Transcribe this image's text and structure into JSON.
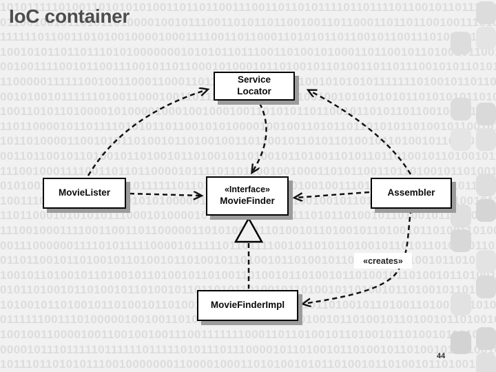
{
  "slide": {
    "title": "IoC container",
    "page_number": "44"
  },
  "diagram": {
    "nodes": {
      "service_locator": {
        "line1": "Service",
        "line2": "Locator"
      },
      "movie_lister": {
        "label": "MovieLister"
      },
      "movie_finder": {
        "stereotype": "«Interface»",
        "name": "MovieFinder"
      },
      "assembler": {
        "label": "Assembler"
      },
      "movie_finder_impl": {
        "label": "MovieFinderImpl"
      },
      "creates": {
        "label": "«creates»"
      }
    },
    "edges": [
      "MovieLister → ServiceLocator (dashed dependency)",
      "MovieLister → MovieFinder (dashed dependency)",
      "ServiceLocator → MovieFinder (dashed dependency)",
      "Assembler → ServiceLocator (dashed dependency)",
      "Assembler → MovieFinder (dashed dependency)",
      "Assembler → MovieFinderImpl (dashed, «creates»)",
      "MovieFinderImpl ▷ MovieFinder (dashed realization, hollow triangle)"
    ]
  },
  "colors": {
    "background": "#f1f1f1",
    "binary_text": "#dcdcdc",
    "title_text": "#4d4d4d",
    "box_fill": "#ffffff",
    "box_border": "#000000",
    "box_shadow": "#9c9c9c",
    "arrow": "#111111"
  },
  "background": {
    "binary_rows": [
      "1010111110100110101010100110110110011100110110101111011011110110010110111010011010011011",
      "0110010010110101101000010010111001101011011001001101100011011011001001110101101101100101",
      "1111110110011010100100001000111100110110001101010110110010110011101001011001010011011101",
      "1001010110110111010100000001010101101110011010010100011011001011010010110010101101001001",
      "0010011110010110011100101101100010100010110100101101001101101110010101101011011001001101",
      "1100000111111001001100011000110110010100101101001010101011111110100101101100101001101001",
      "0010100101111110100110001001101111011001011011001001010101010110101010110101101001100101",
      "1001101011010000101000010001001000100110101011011001011010110110010010110100101011001011",
      "1101100001011011110101011011001010100001001001101011011010101101001011001011010010110101",
      "1011010000110010101101001011010010011011001011010110100101101001011011010010110100101101",
      "0011011001011010010110100101101001011010010110100110101101101001011010010110100101101001",
      "1110010001111001101101100001011110110110010010001101011001101101001011010010110010110101",
      "0101001101011110000101111110110100101100101101001001110101011010010110110101001011010011",
      "1001110111110101000010101000001010101101110110010010110101101001011010010110101101001010",
      "1101100010101010111000101000010110110111011111101011010010110100101101101001011010010111",
      "1110010001111001100110110000011010100101101001011010010110100101101001101001011010010110",
      "0011100000011110101111100001011111011011110010110101101001011010110100101101001011010010",
      "0110110010110100101101001011010010110100101101001011010010110100101101001011010010110100",
      "1001011010010110100101101001011010011010010110100101101001011010010110100101101001011010",
      "0101101001011010010110100101101101011010010110100101101001011010010110100101101001011010",
      "1010010110100101101001011010010110100101101001011010010110100110100101101001011010010110",
      "0111111001110100000100100110101001011010010110100101101001011010010110100101101001011010",
      "1001001100001001100100100111001111111000110110100101101001011010010110100101101001011010",
      "0000101110111110111111011111010111011100001011010010110100101101001011010010110100101101",
      "1011101101010111001000000011000010001101010010101101001011010010110100101101001011010010",
      "0110110101101001011010010110100101101001011010010110100101101001011010010110100101101001"
    ]
  }
}
